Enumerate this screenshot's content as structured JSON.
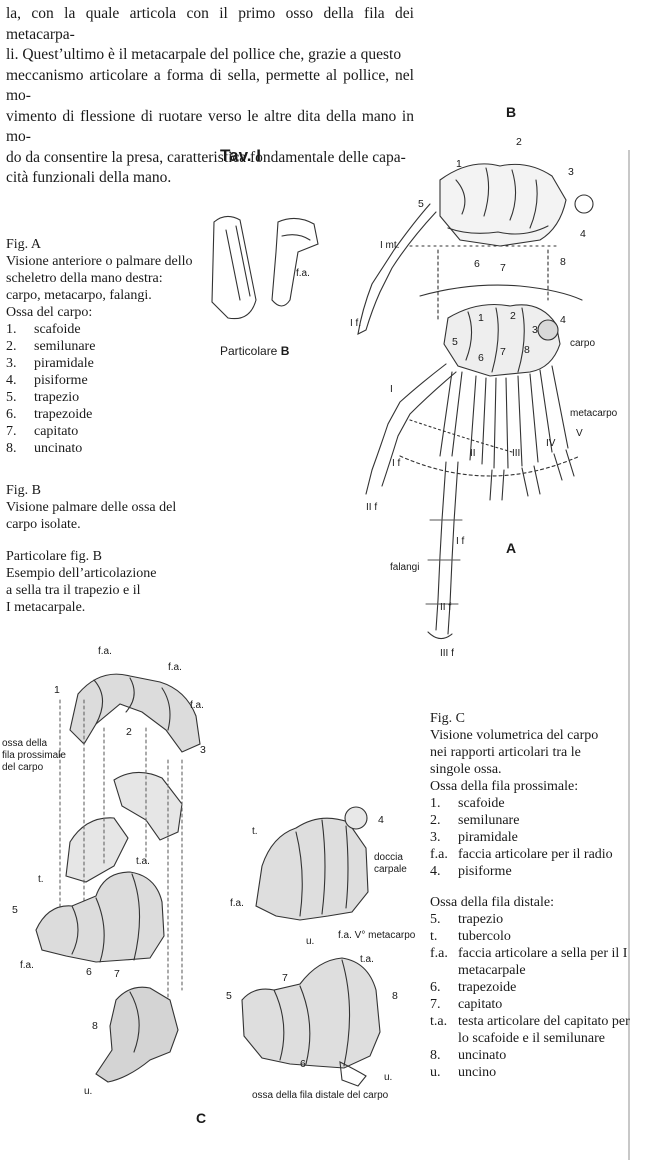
{
  "intro_lines": [
    "la, con la quale articola con il primo osso della fila dei metacarpa-",
    "li. Quest’ultimo è il metacarpale del pollice che, grazie a questo",
    "meccanismo articolare a forma di sella, permette al pollice, nel mo-",
    "vimento di flessione di ruotare verso le altre dita della mano in mo-",
    "do da consentire la presa, caratteristica fondamentale delle capa-",
    "cità funzionali della mano."
  ],
  "plate_title": "Tav. I",
  "figure_letters": {
    "b": "B",
    "a": "A",
    "c": "C"
  },
  "caption_a": {
    "title": "Fig. A",
    "text": [
      "Visione anteriore o palmare dello",
      "scheletro della mano destra:",
      "carpo, metacarpo, falangi."
    ],
    "subtitle": "Ossa del carpo:",
    "items": [
      {
        "n": "1.",
        "t": "scafoide"
      },
      {
        "n": "2.",
        "t": "semilunare"
      },
      {
        "n": "3.",
        "t": "piramidale"
      },
      {
        "n": "4.",
        "t": "pisiforme"
      },
      {
        "n": "5.",
        "t": "trapezio"
      },
      {
        "n": "6.",
        "t": "trapezoide"
      },
      {
        "n": "7.",
        "t": "capitato"
      },
      {
        "n": "8.",
        "t": "uncinato"
      }
    ]
  },
  "caption_b": {
    "title": "Fig. B",
    "text": [
      "Visione palmare delle ossa del",
      "carpo isolate."
    ]
  },
  "caption_detail": {
    "title": "Particolare fig. B",
    "text": [
      "Esempio dell’articolazione",
      "a sella tra il trapezio e il",
      "I metacarpale."
    ]
  },
  "caption_c": {
    "title": "Fig. C",
    "text": [
      "Visione volumetrica del carpo",
      "nei rapporti articolari tra le",
      "singole ossa."
    ],
    "sub1": "Ossa della fila prossimale:",
    "items1": [
      {
        "n": "1.",
        "t": "scafoide"
      },
      {
        "n": "2.",
        "t": "semilunare"
      },
      {
        "n": "3.",
        "t": "piramidale"
      },
      {
        "n": "f.a.",
        "t": "faccia articolare per il radio"
      },
      {
        "n": "4.",
        "t": "pisiforme"
      }
    ],
    "sub2": "Ossa della fila distale:",
    "items2": [
      {
        "n": "5.",
        "t": "trapezio"
      },
      {
        "n": "t.",
        "t": "tubercolo"
      },
      {
        "n": "f.a.",
        "t": "faccia articolare a sella per il I metacarpale"
      },
      {
        "n": "6.",
        "t": "trapezoide"
      },
      {
        "n": "7.",
        "t": "capitato"
      },
      {
        "n": "t.a.",
        "t": "testa articolare del capitato per lo scafoide e il semilunare"
      },
      {
        "n": "8.",
        "t": "uncinato"
      },
      {
        "n": "u.",
        "t": "uncino"
      }
    ]
  },
  "labels": {
    "particolare": "Particolare",
    "fa": "f.a.",
    "ta": "t.a.",
    "t": "t.",
    "u": "u.",
    "carpo": "carpo",
    "metacarpo": "metacarpo",
    "falangi": "falangi",
    "I_mt": "I mt.",
    "I_f": "I f.",
    "If": "I f",
    "IIf": "II f",
    "IIIf": "III f",
    "II": "II",
    "III": "III",
    "IV": "IV",
    "V": "V",
    "I": "I",
    "ossa_prox_1": "ossa della",
    "ossa_prox_2": "fila prossimale",
    "ossa_prox_3": "del carpo",
    "doccia_1": "doccia",
    "doccia_2": "carpale",
    "fa_v_meta": "f.a. V° metacarpo",
    "ossa_distale": "ossa della fila distale del carpo",
    "n1": "1",
    "n2": "2",
    "n3": "3",
    "n4": "4",
    "n5": "5",
    "n6": "6",
    "n7": "7",
    "n8": "8"
  }
}
